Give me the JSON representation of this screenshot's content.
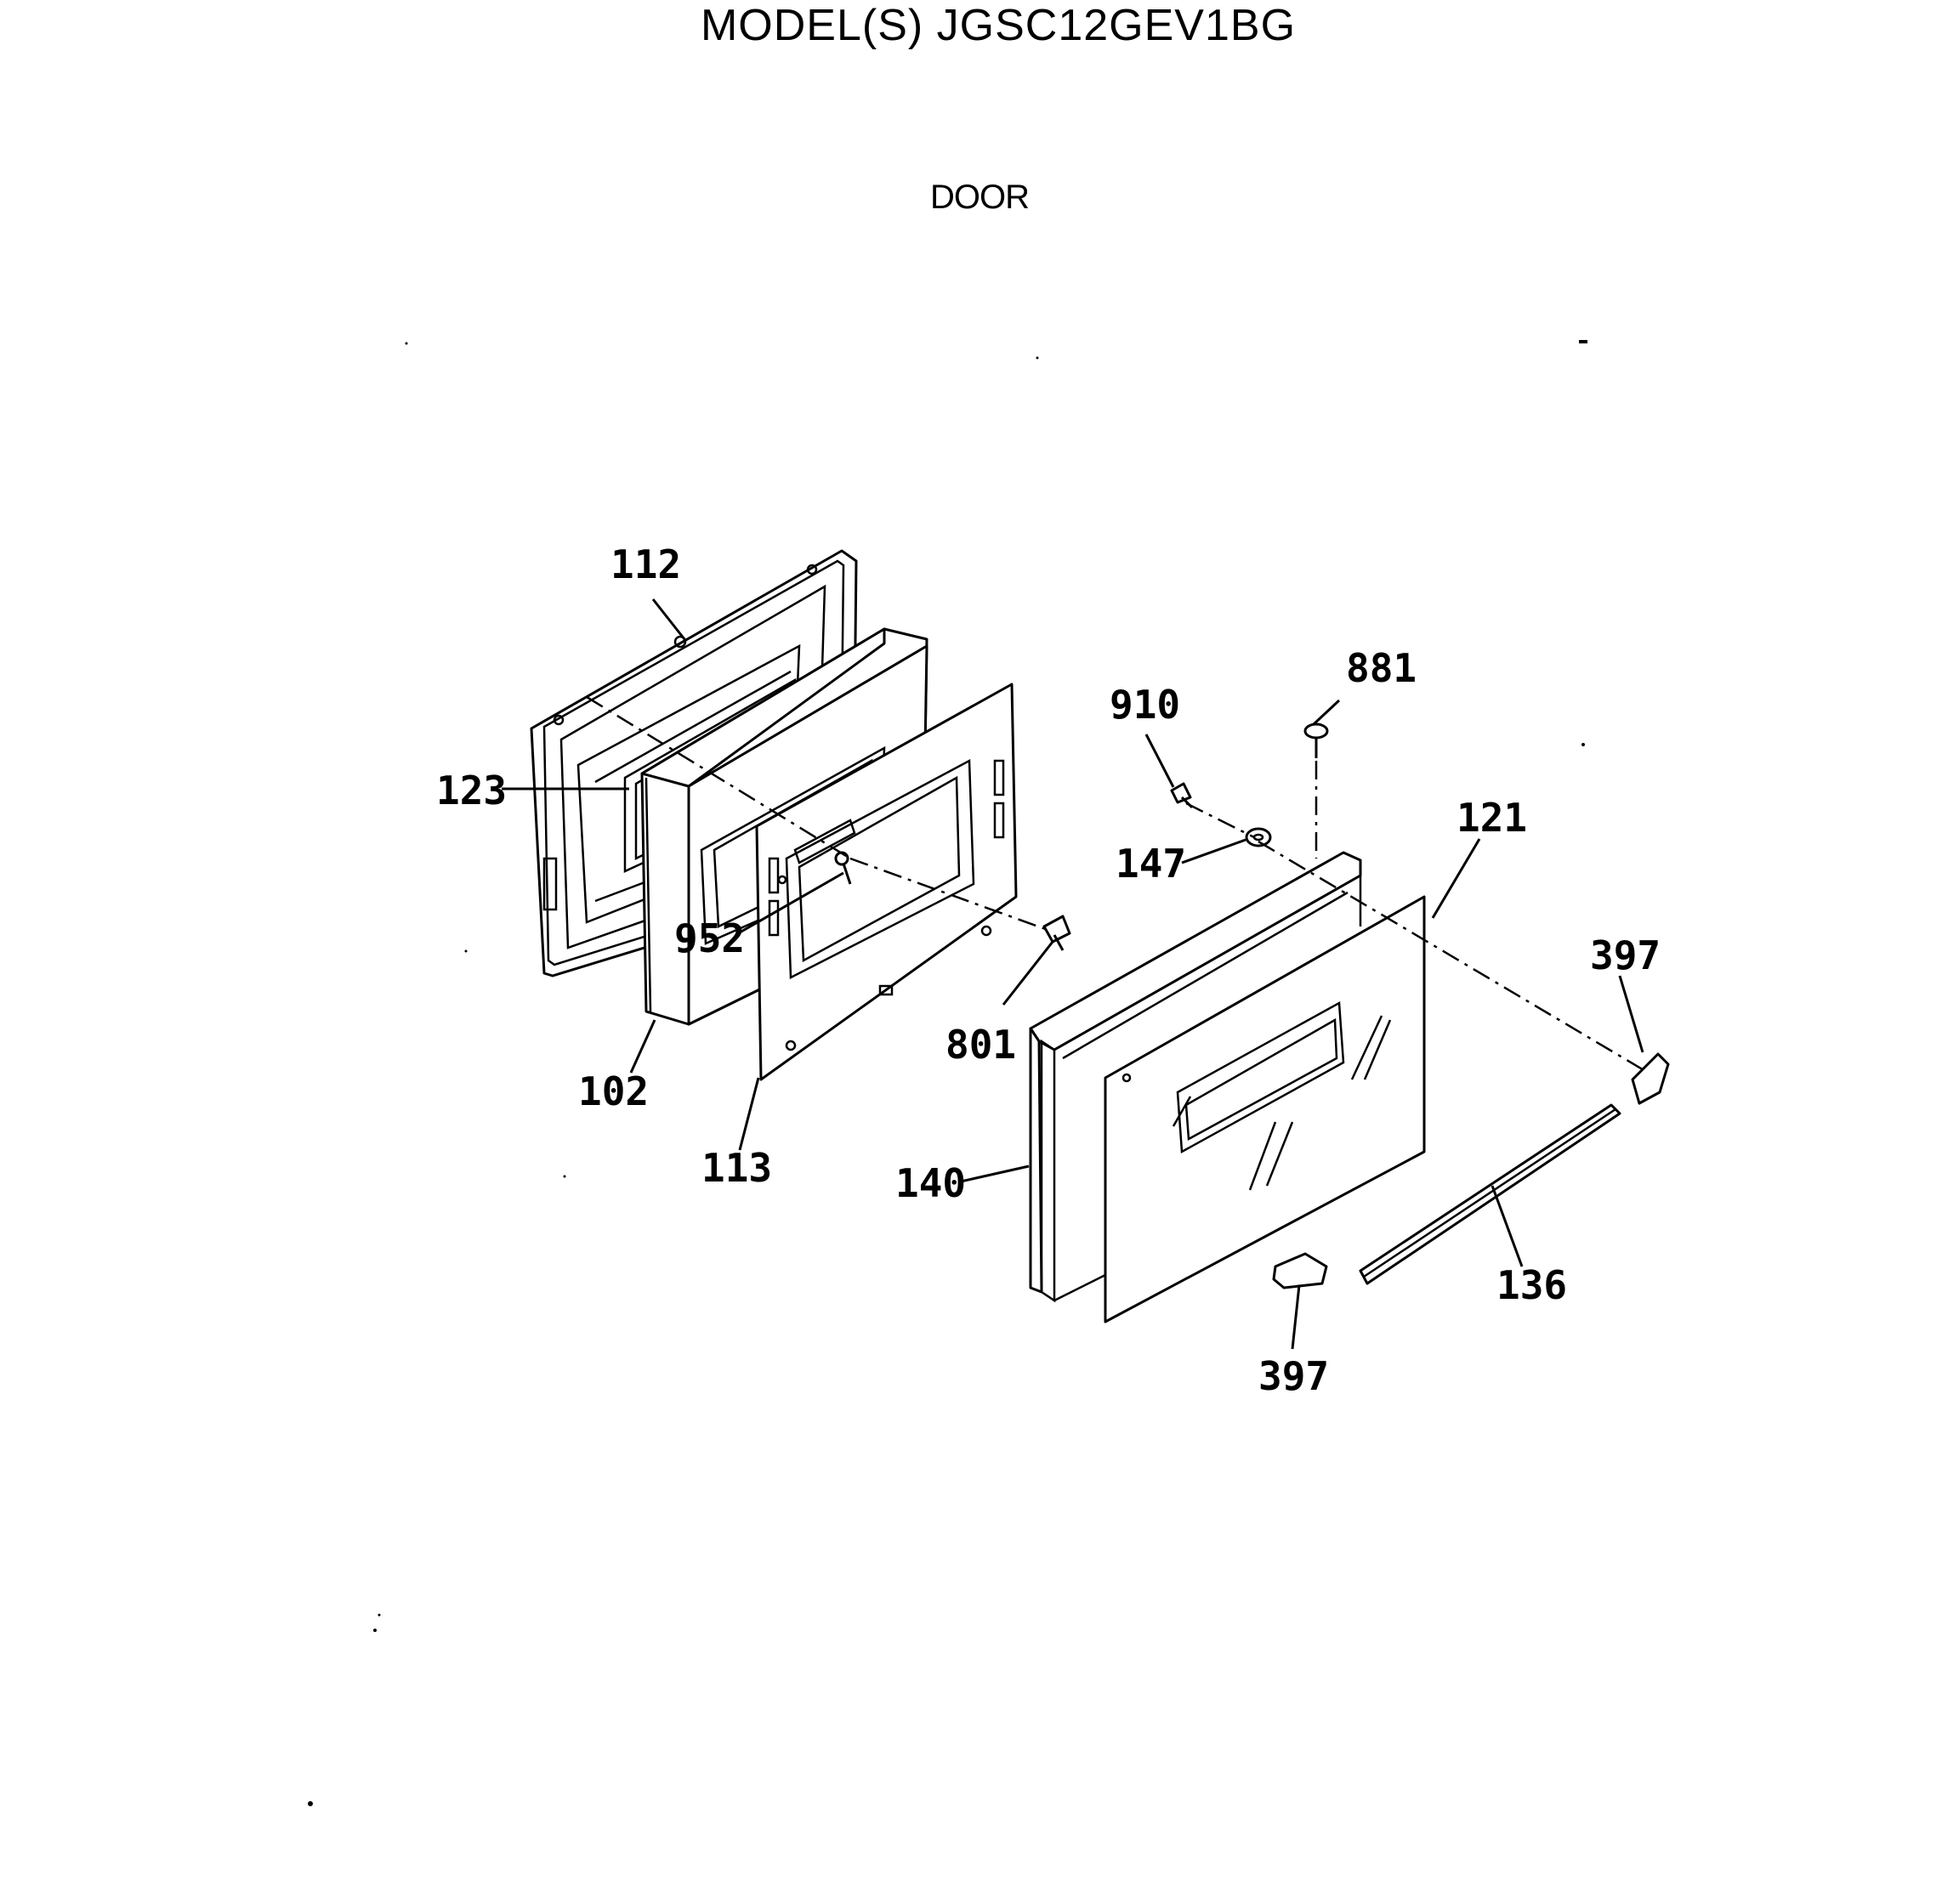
{
  "header": {
    "model_line": "MODEL(S) JGSC12GEV1BG",
    "section_title": "DOOR"
  },
  "callouts": {
    "c112": "112",
    "c123": "123",
    "c952": "952",
    "c102": "102",
    "c113": "113",
    "c801": "801",
    "c910": "910",
    "c881": "881",
    "c147": "147",
    "c121": "121",
    "c397_top": "397",
    "c140": "140",
    "c136": "136",
    "c397_bottom": "397"
  },
  "parts": [
    {
      "ref": "112",
      "component": "inner-door-liner"
    },
    {
      "ref": "123",
      "component": "inner-window-gasket"
    },
    {
      "ref": "952",
      "component": "window-clip"
    },
    {
      "ref": "102",
      "component": "door-insulation"
    },
    {
      "ref": "113",
      "component": "inner-door-panel"
    },
    {
      "ref": "801",
      "component": "panel-screw"
    },
    {
      "ref": "910",
      "component": "top-screw"
    },
    {
      "ref": "881",
      "component": "trim-screw"
    },
    {
      "ref": "147",
      "component": "washer"
    },
    {
      "ref": "121",
      "component": "outer-glass"
    },
    {
      "ref": "397",
      "component": "handle-end-cap"
    },
    {
      "ref": "140",
      "component": "outer-door-frame"
    },
    {
      "ref": "136",
      "component": "door-handle"
    }
  ]
}
